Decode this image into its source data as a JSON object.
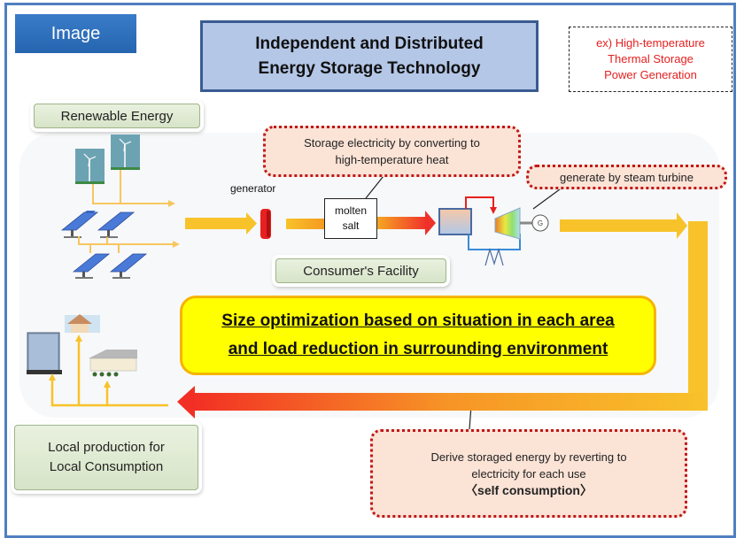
{
  "tag": {
    "label": "Image"
  },
  "title": {
    "line1": "Independent and Distributed",
    "line2": "Energy Storage Technology"
  },
  "example": {
    "line1": "ex) High-temperature",
    "line2": "Thermal Storage",
    "line3": "Power Generation",
    "color": "#e52020"
  },
  "labels": {
    "renewable": "Renewable Energy",
    "consumer_facility": "Consumer's Facility",
    "local": {
      "line1": "Local production for",
      "line2": "Local Consumption"
    },
    "generator": "generator",
    "molten": {
      "line1": "molten",
      "line2": "salt"
    },
    "g_symbol": "G"
  },
  "callouts": {
    "storage": {
      "line1": "Storage electricity by converting to",
      "line2": "high-temperature heat"
    },
    "turbine": {
      "line1": "generate by steam turbine"
    },
    "derive": {
      "line1": "Derive storaged energy by reverting to",
      "line2": "electricity for each use",
      "line3": "〈self consumption〉"
    }
  },
  "highlight": {
    "line1": "Size optimization based on situation in each area",
    "line2": "and load reduction in surrounding environment"
  },
  "colors": {
    "frame": "#4f7fc0",
    "flow_yellow": "#f8c22a",
    "flow_red": "#f0302a",
    "title_bg": "#b4c7e7",
    "highlight_bg": "#ffff00",
    "callout_bg": "#fbe3d6",
    "callout_border": "#c01818"
  }
}
